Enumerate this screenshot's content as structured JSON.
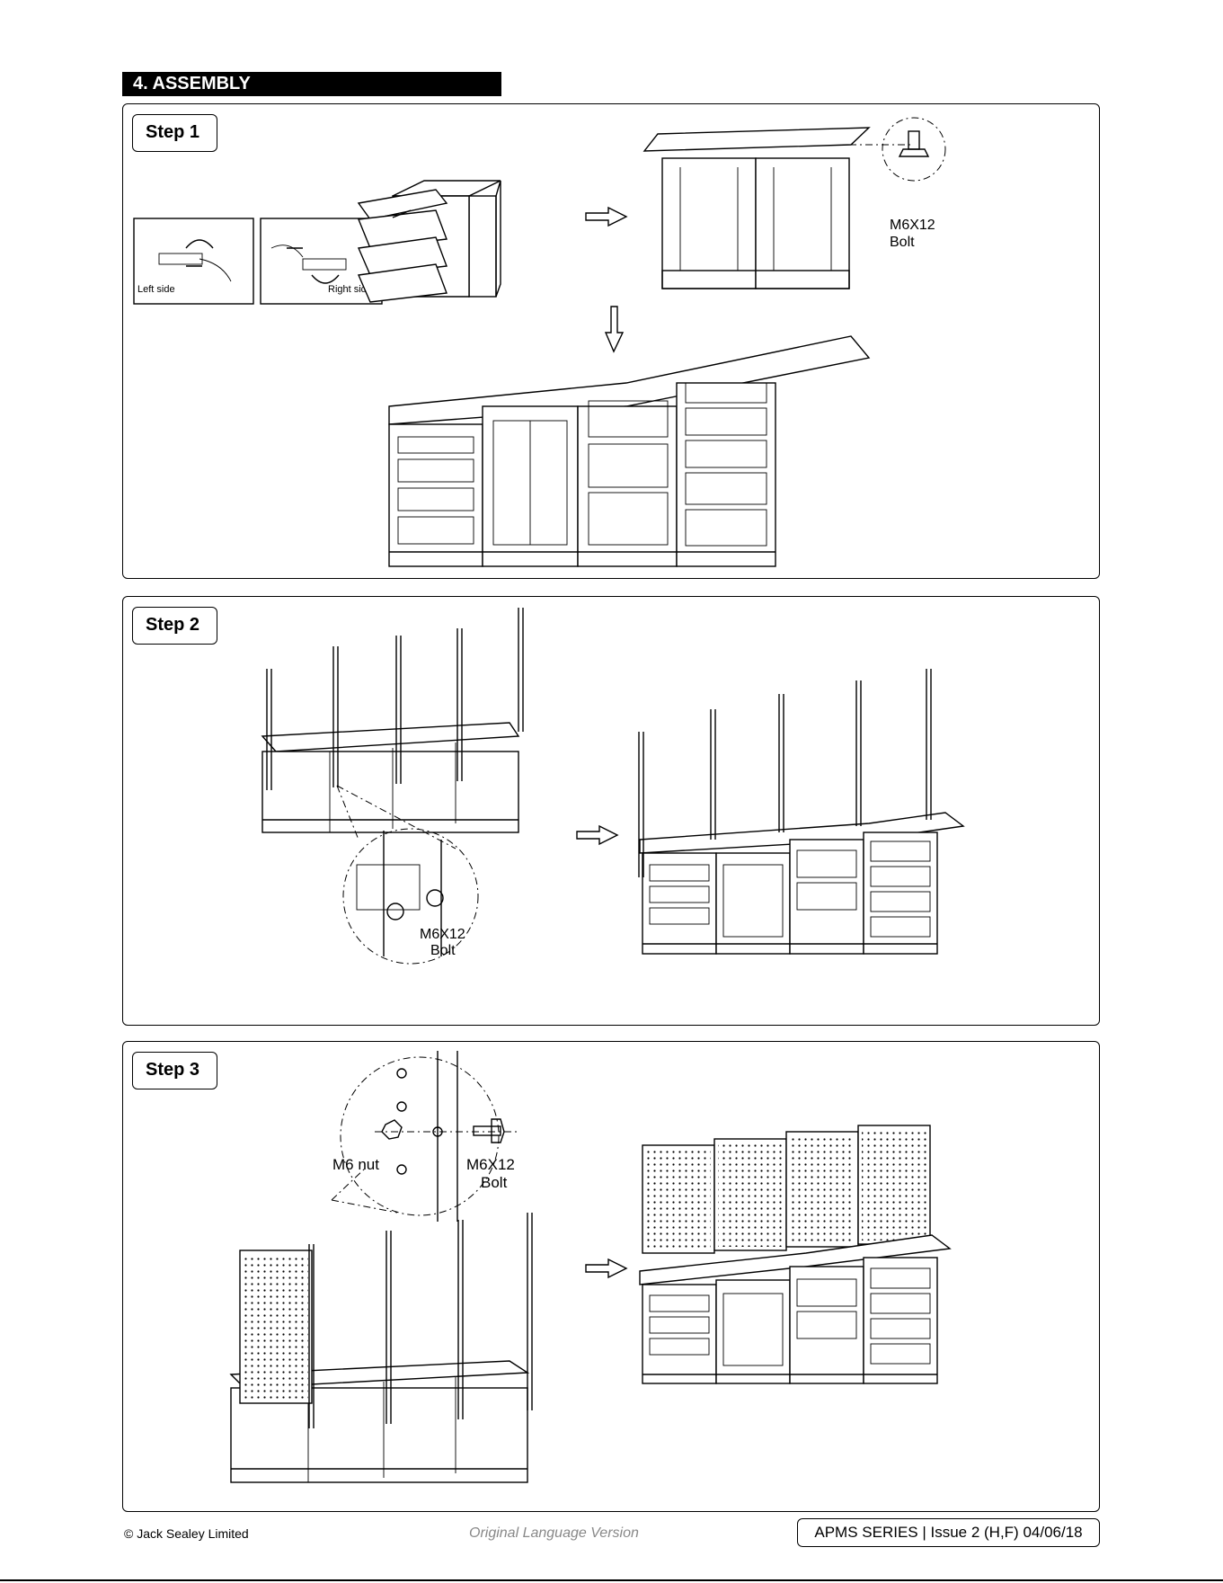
{
  "section": {
    "title": "4.   ASSEMBLY"
  },
  "steps": [
    {
      "label": "Step 1",
      "callouts": {
        "bolt_size": "M6X12",
        "bolt_word": "Bolt",
        "left_side": "Left side",
        "right_side": "Right side"
      }
    },
    {
      "label": "Step 2",
      "callouts": {
        "bolt_size": "M6X12",
        "bolt_word": "Bolt"
      }
    },
    {
      "label": "Step 3",
      "callouts": {
        "nut": "M6 nut",
        "bolt_size": "M6X12",
        "bolt_word": "Bolt"
      }
    }
  ],
  "footer": {
    "copyright": "© Jack Sealey Limited",
    "language": "Original Language Version",
    "doc_ref": "APMS SERIES | Issue 2 (H,F)  04/06/18"
  }
}
